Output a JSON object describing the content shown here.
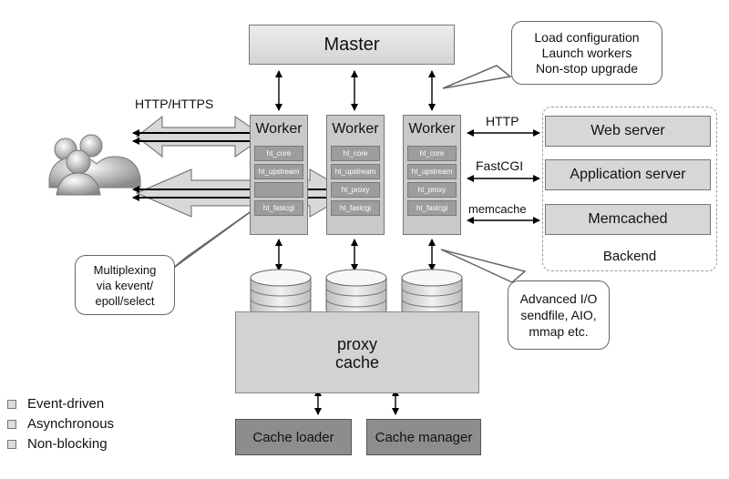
{
  "master": {
    "label": "Master"
  },
  "callouts": {
    "master": [
      "Load configuration",
      "Launch workers",
      "Non-stop upgrade"
    ],
    "multiplex": [
      "Multiplexing",
      "via kevent/",
      "epoll/select"
    ],
    "io": [
      "Advanced I/O",
      "sendfile, AIO,",
      "mmap etc."
    ]
  },
  "client_protocol": "HTTP/HTTPS",
  "workers": [
    {
      "label": "Worker",
      "modules": [
        "ht_core",
        "ht_upstream",
        "",
        "ht_fastcgi"
      ]
    },
    {
      "label": "Worker",
      "modules": [
        "ht_core",
        "ht_upstream",
        "ht_proxy",
        "ht_fastcgi"
      ]
    },
    {
      "label": "Worker",
      "modules": [
        "ht_core",
        "ht_upstream",
        "ht_proxy",
        "ht_fastcgi"
      ]
    }
  ],
  "protocols": [
    "HTTP",
    "FastCGI",
    "memcache"
  ],
  "backend": {
    "label": "Backend",
    "servers": [
      "Web server",
      "Application server",
      "Memcached"
    ]
  },
  "proxy_cache": {
    "line1": "proxy",
    "line2": "cache"
  },
  "cache_loader": "Cache loader",
  "cache_manager": "Cache manager",
  "legend": [
    "Event-driven",
    "Asynchronous",
    "Non-blocking"
  ],
  "colors": {
    "box": "#dcdcdc",
    "module": "#9d9d9d",
    "dark_box": "#8d8d8d",
    "arrow_fill": "#d8d8d8"
  }
}
